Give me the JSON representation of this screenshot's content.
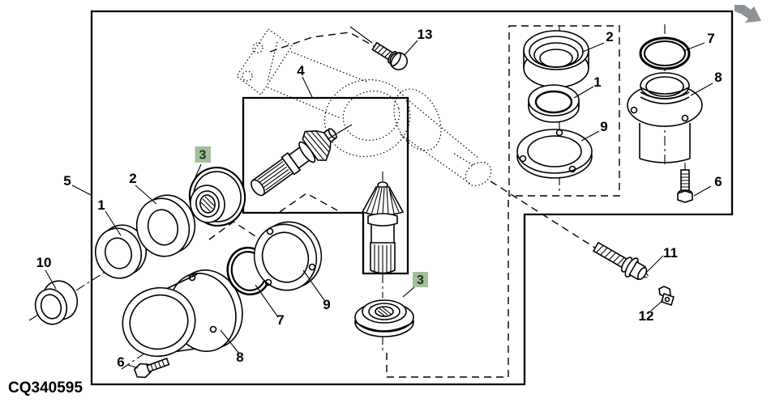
{
  "figure": {
    "code": "CQ340595"
  },
  "colors": {
    "highlight_bg": "#a5bd9d",
    "highlight_fg": "#163616",
    "arrow": "#8d9296"
  },
  "callouts": {
    "part13": "13",
    "part4": "4",
    "tr_part2": "2",
    "tr_part1": "1",
    "tr_part9": "9",
    "tr_part7": "7",
    "tr_part8": "8",
    "tr_part6": "6",
    "left_part5": "5",
    "left_part1": "1",
    "left_part2": "2",
    "left_part3": "3",
    "left_part10": "10",
    "bottom_part6": "6",
    "bottom_part8": "8",
    "bottom_part7": "7",
    "bottom_part9": "9",
    "center_part3": "3",
    "part11": "11",
    "part12": "12"
  }
}
